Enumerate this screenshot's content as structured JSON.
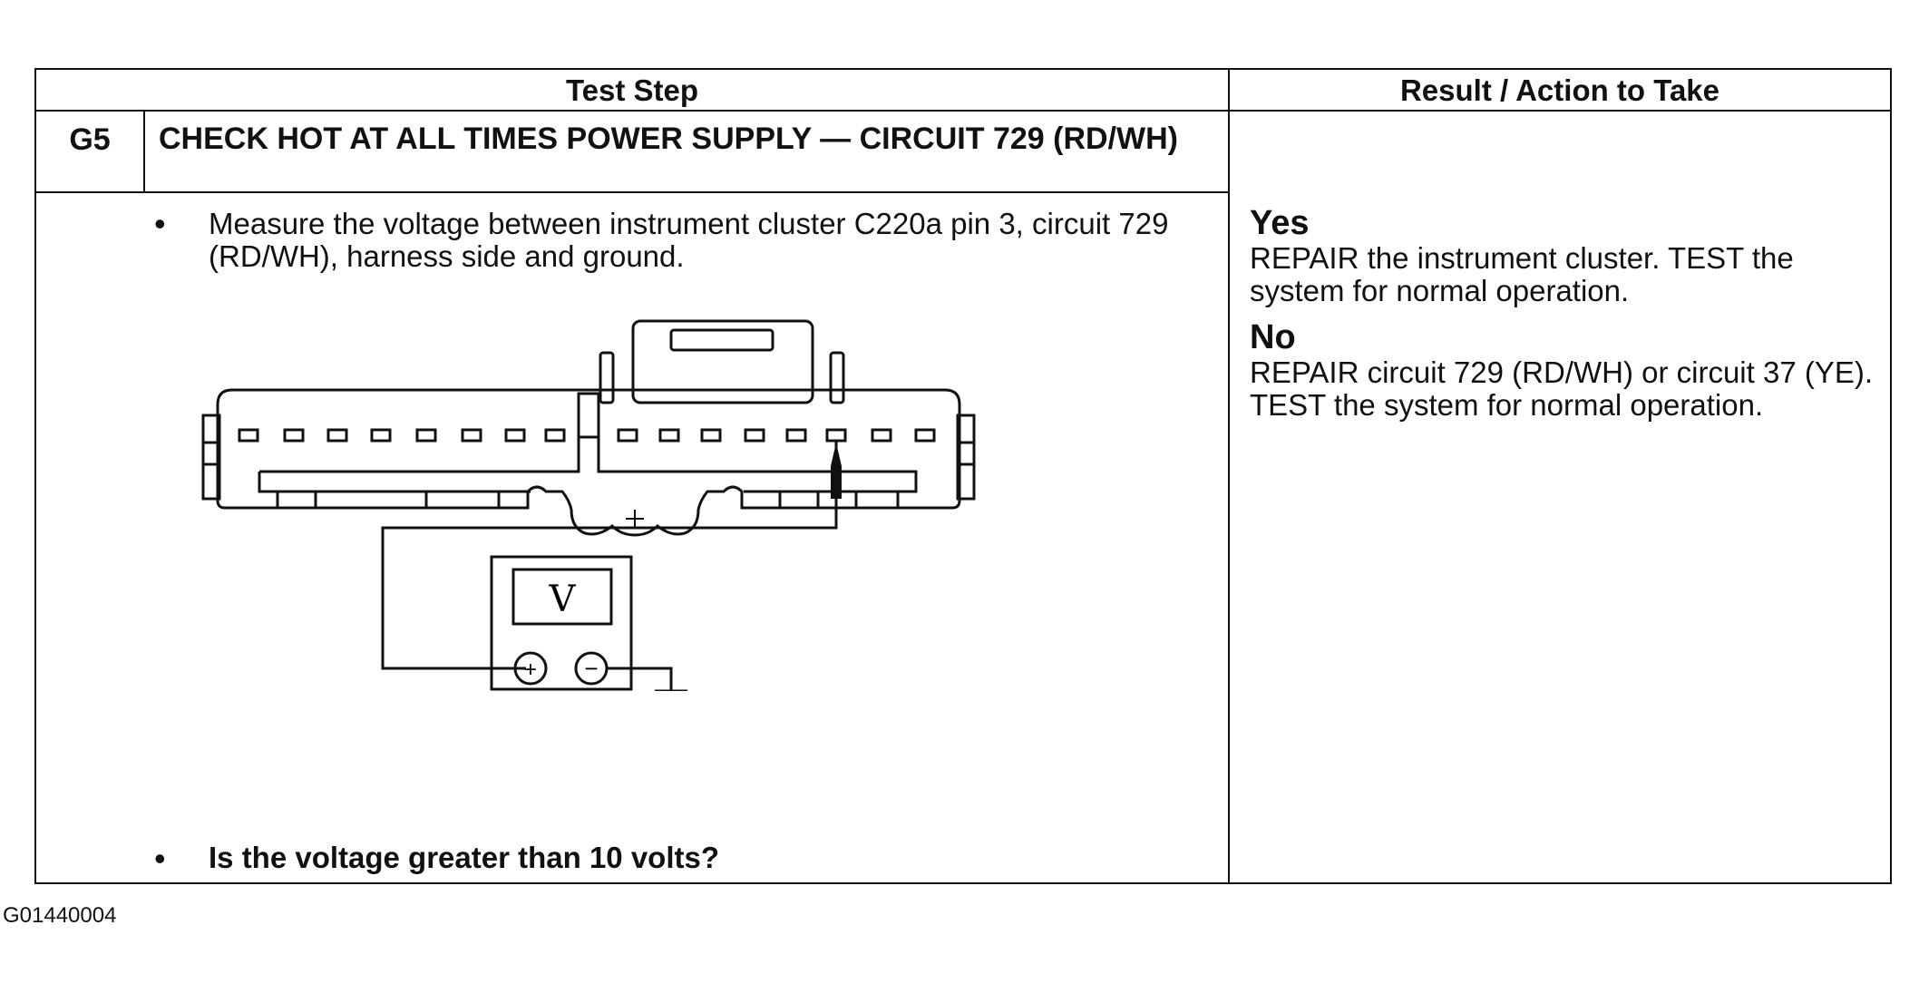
{
  "table": {
    "header_test_step": "Test Step",
    "header_result_action": "Result / Action to Take"
  },
  "step": {
    "id": "G5",
    "title": "CHECK HOT AT ALL TIMES POWER SUPPLY — CIRCUIT 729 (RD/WH)",
    "instruction": "Measure the voltage between instrument cluster C220a pin 3, circuit 729 (RD/WH), harness side and ground.",
    "question": "Is the voltage greater than 10 volts?",
    "bullet": "•"
  },
  "diagram": {
    "meter_label": "V",
    "plus_symbol": "+",
    "minus_symbol": "−"
  },
  "results": [
    {
      "heading": "Yes",
      "text": "REPAIR the instrument cluster. TEST the system for normal operation."
    },
    {
      "heading": "No",
      "text": "REPAIR circuit 729 (RD/WH) or circuit 37 (YE). TEST the system for normal operation."
    }
  ],
  "figure_id": "G01440004"
}
